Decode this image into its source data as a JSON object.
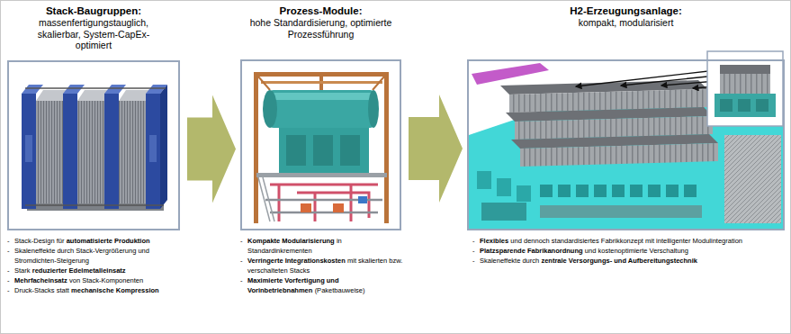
{
  "diagram": {
    "nodes": [
      {
        "text": [
          "Stack-Baugruppen:",
          "massenfertigungstauglich, skalierbar, System-CapEx-optimiert"
        ]
      },
      {
        "text": [
          "Prozess-Module:",
          "hohe Standardisierung, optimierte Prozessführung"
        ]
      },
      {
        "text": [
          "H2-Erzeugungsanlage:",
          "kompakt, modularisiert"
        ]
      }
    ],
    "edges": [
      {
        "from": 0,
        "to": 1,
        "arrow": "to"
      },
      {
        "from": 1,
        "to": 2,
        "arrow": "to"
      }
    ],
    "labels": [
      "-",
      "Stack-Design für",
      "automatisierte Produktion",
      "-",
      "Skaleneffekte durch Stack-Vergrößerung und Stromdichten-Steigerung",
      "-",
      "Stark",
      "reduzierter Edelmetalleinsatz",
      "-",
      "Mehrfacheinsatz",
      "von Stack-Komponenten",
      "-",
      "Druck-Stacks statt",
      "mechanische Kompression",
      "-",
      "Kompakte Modularisierung",
      "in Standardinkrementen",
      "-",
      "Verringerte Integrationskosten",
      "mit skalierten bzw. verschalteten Stacks",
      "-",
      "Maximierte Vorfertigung und Vorinbetriebnahmen",
      "(Paketbauweise)",
      "-",
      "Flexibles",
      "und dennoch standardisiertes Fabrikkonzept mit intelligenter Modulintegration",
      "-",
      "Platzsparende Fabrikanordnung",
      "und kostenoptimierte Verschaltung",
      "-",
      "Skaleneffekte durch",
      "zentrale Versorgungs- und Aufbereitungstechnik"
    ]
  }
}
